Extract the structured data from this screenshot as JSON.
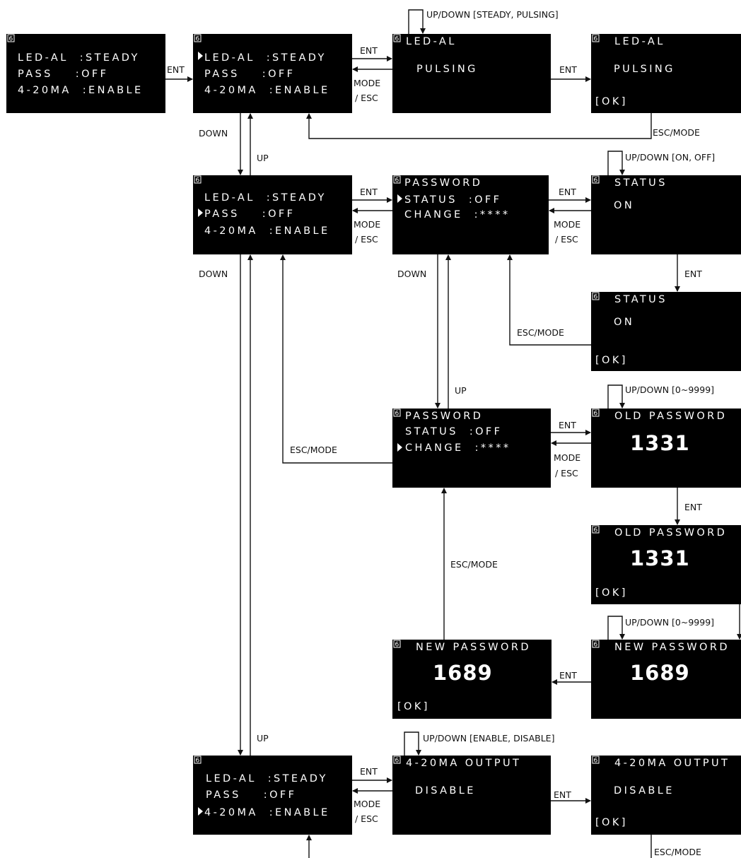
{
  "mode_icon": "6",
  "colors": {
    "screen": "#000000",
    "screen_text": "#ffffff",
    "line": "#111111",
    "background": "#ffffff"
  },
  "screens": {
    "main_initial": {
      "line1": "LED-AL  :STEADY",
      "line2": "PASS    :OFF",
      "line3": "4-20MA  :ENABLE"
    },
    "menu_led": {
      "line1": "LED-AL  :STEADY",
      "line2": "PASS    :OFF",
      "line3": "4-20MA  :ENABLE"
    },
    "led_edit": {
      "title": "LED-AL",
      "value": "PULSING"
    },
    "led_ok": {
      "title": "LED-AL",
      "value": "PULSING",
      "ok": "[OK]"
    },
    "menu_pass": {
      "line1": "LED-AL  :STEADY",
      "line2": "PASS    :OFF",
      "line3": "4-20MA  :ENABLE"
    },
    "pass_status_sel": {
      "title": "PASSWORD",
      "line1": "STATUS  :OFF",
      "line2": "CHANGE  :****"
    },
    "status_edit": {
      "title": "STATUS",
      "value": "ON"
    },
    "status_ok": {
      "title": "STATUS",
      "value": "ON",
      "ok": "[OK]"
    },
    "pass_change_sel": {
      "title": "PASSWORD",
      "line1": "STATUS  :OFF",
      "line2": "CHANGE  :****"
    },
    "old_pass_edit": {
      "title": "OLD PASSWORD",
      "value": "1331"
    },
    "old_pass_ok": {
      "title": "OLD PASSWORD",
      "value": "1331",
      "ok": "[OK]"
    },
    "new_pass_edit": {
      "title": "NEW PASSWORD",
      "value": "1689"
    },
    "new_pass_ok": {
      "title": "NEW PASSWORD",
      "value": "1689",
      "ok": "[OK]"
    },
    "menu_420": {
      "line1": "LED-AL  :STEADY",
      "line2": "PASS    :OFF",
      "line3": "4-20MA  :ENABLE"
    },
    "out_edit": {
      "title": "4-20MA OUTPUT",
      "value": "DISABLE"
    },
    "out_ok": {
      "title": "4-20MA OUTPUT",
      "value": "DISABLE",
      "ok": "[OK]"
    }
  },
  "labels": {
    "ent": "ENT",
    "mode": "MODE",
    "esc": "/ ESC",
    "esc_mode": "ESC/MODE",
    "up": "UP",
    "down": "DOWN",
    "updown_led": "UP/DOWN [STEADY, PULSING]",
    "updown_onoff": "UP/DOWN [ON, OFF]",
    "updown_digits": "UP/DOWN [0~9999]",
    "updown_enable": "UP/DOWN [ENABLE, DISABLE]"
  }
}
